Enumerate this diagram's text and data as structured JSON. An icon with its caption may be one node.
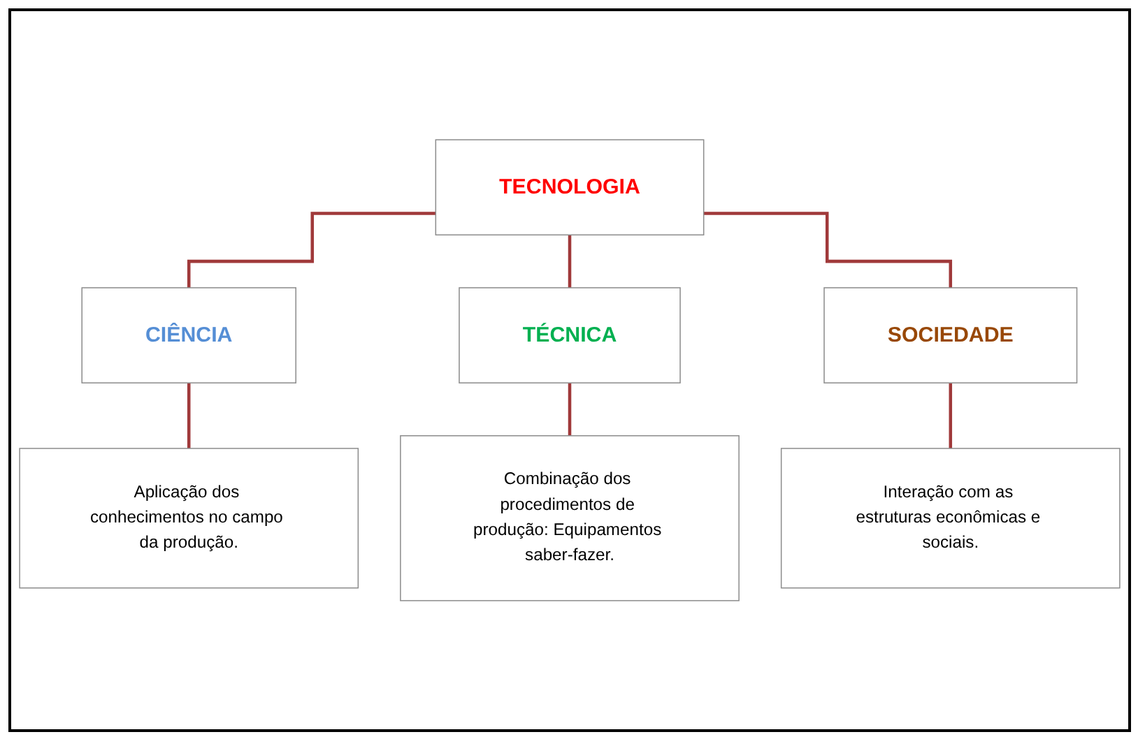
{
  "diagram": {
    "nodes": [
      {
        "text": [
          "TECNOLOGIA"
        ]
      },
      {
        "text": [
          "CIÊNCIA"
        ]
      },
      {
        "text": [
          "TÉCNICA"
        ]
      },
      {
        "text": [
          "SOCIEDADE"
        ]
      },
      {
        "text": [
          "Aplicação dos conhecimentos no campo da produção."
        ]
      },
      {
        "text": [
          "Combinação dos procedimentos de produção: Equipamentos saber-fazer."
        ]
      },
      {
        "text": [
          "Interação com as estruturas econômicas e sociais."
        ]
      }
    ],
    "edges": [
      {
        "from": 0,
        "to": 1,
        "arrow": "none"
      },
      {
        "from": 0,
        "to": 2,
        "arrow": "none"
      },
      {
        "from": 0,
        "to": 3,
        "arrow": "none"
      },
      {
        "from": 1,
        "to": 4,
        "arrow": "none"
      },
      {
        "from": 2,
        "to": 5,
        "arrow": "none"
      },
      {
        "from": 3,
        "to": 6,
        "arrow": "none"
      }
    ]
  }
}
